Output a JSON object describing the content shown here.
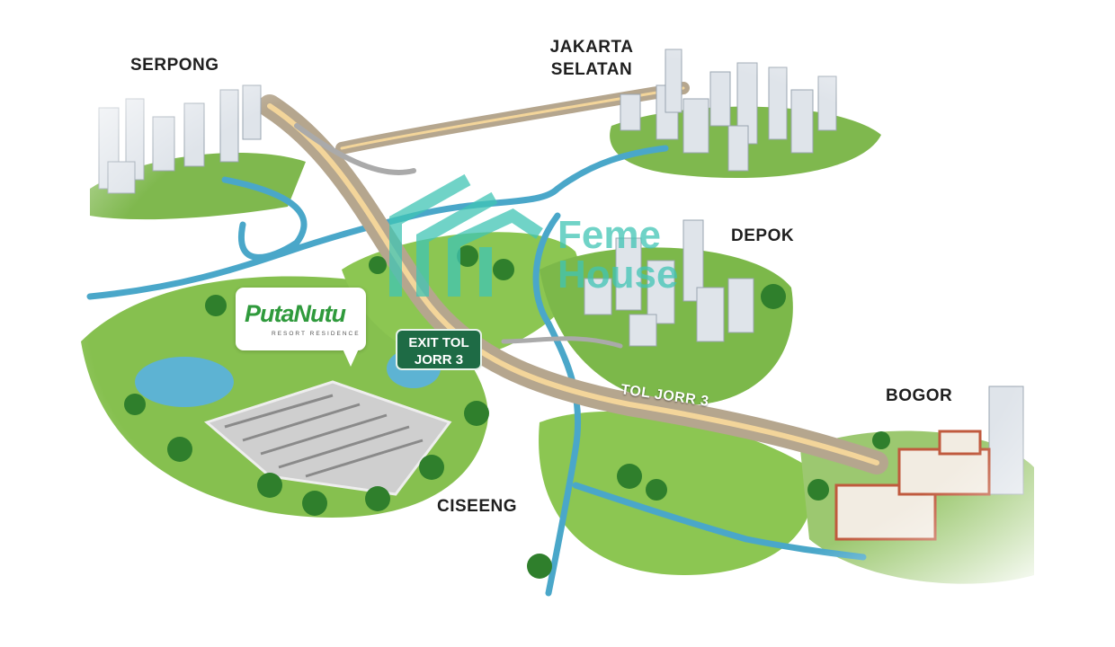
{
  "map": {
    "places": {
      "serpong": "SERPONG",
      "jakarta_line1": "JAKARTA",
      "jakarta_line2": "SELATAN",
      "depok": "DEPOK",
      "bogor": "BOGOR",
      "ciseeng": "CISEENG"
    },
    "road_label": "TOL JORR 3",
    "exit_badge": {
      "line1": "EXIT TOL",
      "line2": "JORR 3"
    },
    "development_logo": {
      "name": "PutaNutu",
      "tagline": "RESORT RESIDENCE"
    },
    "watermark": {
      "line1": "Feme",
      "line2": "House"
    },
    "colors": {
      "green": "#2f9a3c",
      "badge": "#1e6b45",
      "river": "#4aa7c9",
      "watermark": "#40c4b4"
    }
  }
}
